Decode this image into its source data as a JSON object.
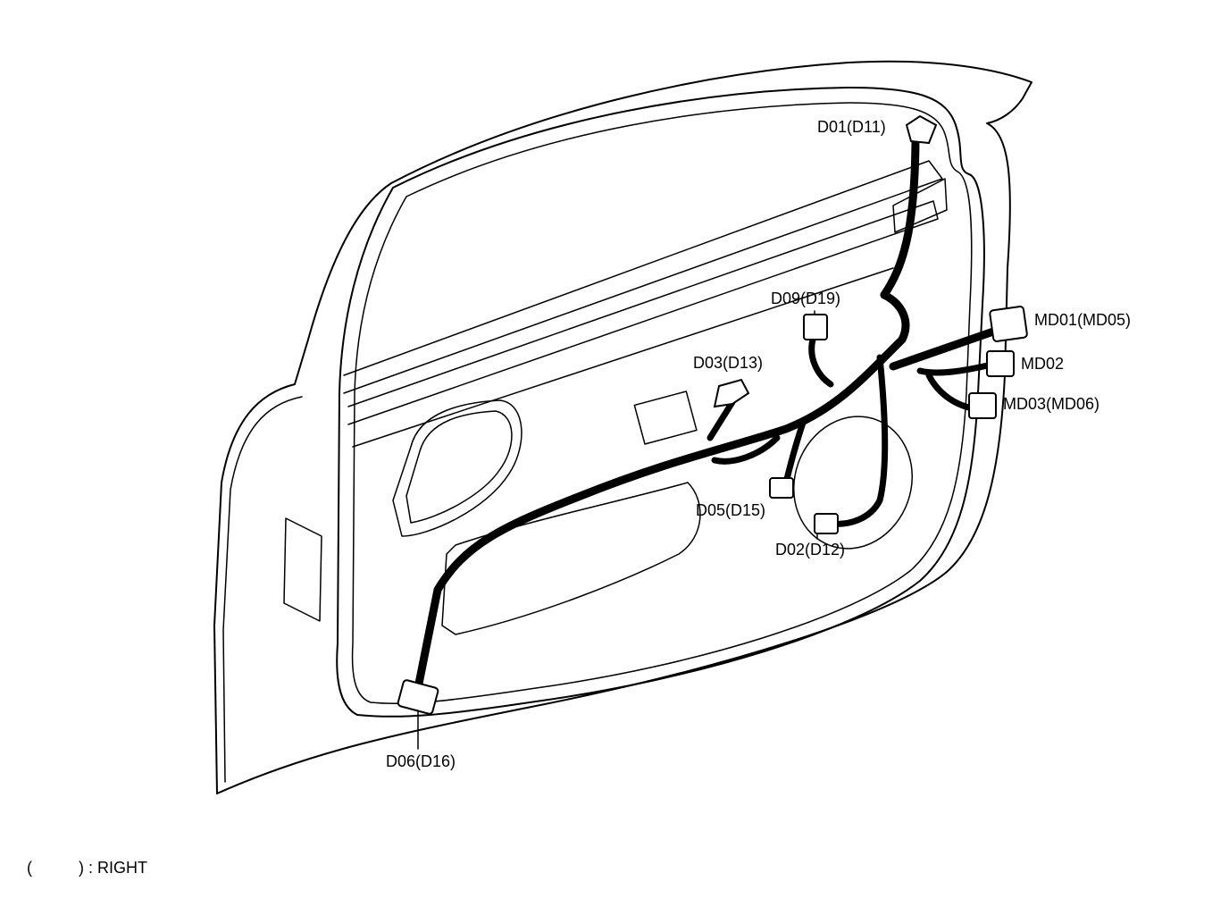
{
  "labels": {
    "d01": "D01(D11)",
    "d09": "D09(D19)",
    "md01": "MD01(MD05)",
    "md02": "MD02",
    "d03": "D03(D13)",
    "md03": "MD03(MD06)",
    "d05": "D05(D15)",
    "d02": "D02(D12)",
    "d06": "D06(D16)"
  },
  "legend": {
    "open_paren": "(",
    "close_text": ") : RIGHT"
  }
}
